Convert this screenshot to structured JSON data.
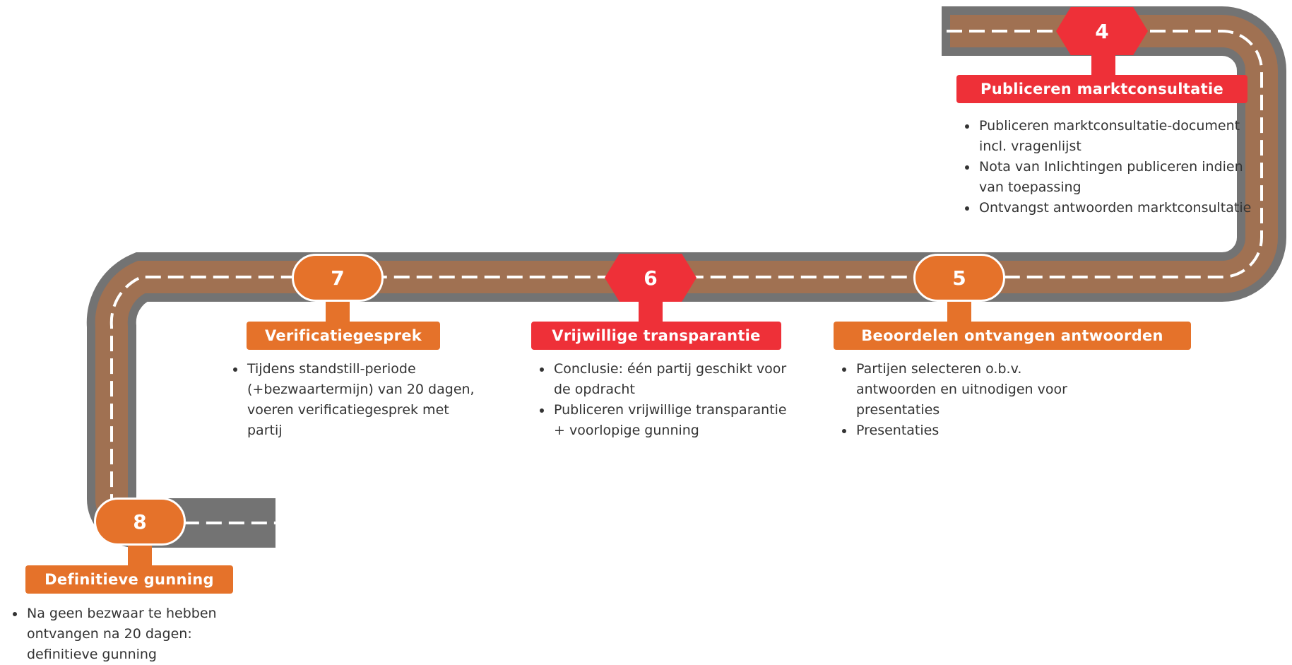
{
  "colors": {
    "road_grey": "#737373",
    "road_brown": "#a07152",
    "dash": "#ffffff",
    "orange": "#e5722a",
    "red": "#ee3038"
  },
  "steps": [
    {
      "number": "4",
      "title": "Publiceren marktconsultatie",
      "bullets": [
        "Publiceren marktconsultatie-document incl. vragenlijst",
        "Nota van Inlichtingen publiceren indien van toepassing",
        "Ontvangst antwoorden marktconsultatie"
      ]
    },
    {
      "number": "5",
      "title": "Beoordelen ontvangen antwoorden",
      "bullets": [
        "Partijen selecteren o.b.v. antwoorden en uitnodigen voor presentaties",
        "Presentaties"
      ]
    },
    {
      "number": "6",
      "title": "Vrijwillige transparantie",
      "bullets": [
        "Conclusie: één partij geschikt voor de opdracht",
        "Publiceren vrijwillige transparantie + voorlopige gunning"
      ]
    },
    {
      "number": "7",
      "title": "Verificatiegesprek",
      "bullets": [
        "Tijdens standstill-periode (+bezwaartermijn) van 20 dagen, voeren verificatiegesprek met partij"
      ]
    },
    {
      "number": "8",
      "title": "Definitieve gunning",
      "bullets": [
        "Na geen bezwaar te hebben ontvangen na 20 dagen: definitieve gunning"
      ]
    }
  ]
}
